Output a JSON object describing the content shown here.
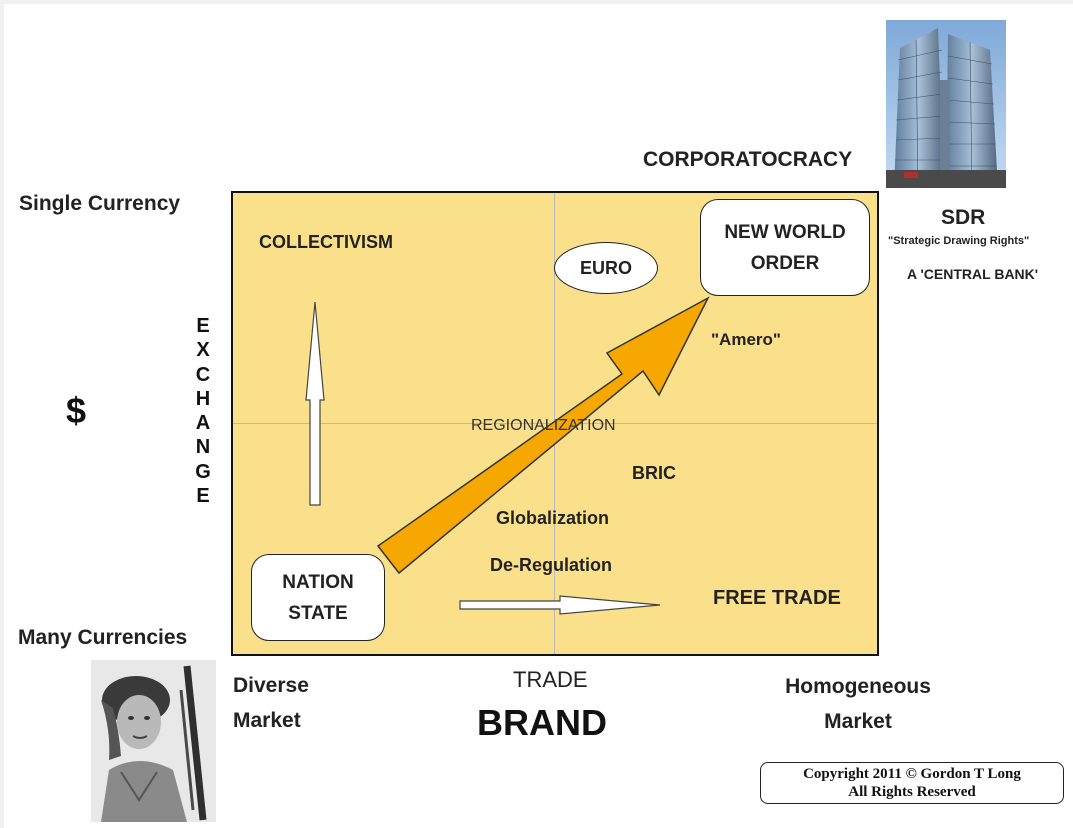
{
  "labels": {
    "single_currency": "Single Currency",
    "many_currencies": "Many Currencies",
    "dollar": "$",
    "exchange_letters": [
      "E",
      "X",
      "C",
      "H",
      "A",
      "N",
      "G",
      "E"
    ],
    "corporatocracy": "CORPORATOCRACY",
    "sdr_title": "SDR",
    "sdr_subtitle": "\"Strategic Drawing Rights\"",
    "central_bank": "A 'CENTRAL BANK'",
    "diverse": "Diverse",
    "diverse_market": "Market",
    "trade": "TRADE",
    "brand": "BRAND",
    "homogeneous": "Homogeneous",
    "homogeneous_market": "Market"
  },
  "quadrant": {
    "collectivism": "COLLECTIVISM",
    "euro": "EURO",
    "nwo_line1": "NEW WORLD",
    "nwo_line2": "ORDER",
    "amero": "\"Amero\"",
    "regionalization": "REGIONALIZATION",
    "bric": "BRIC",
    "globalization": "Globalization",
    "deregulation": "De-Regulation",
    "nation_line1": "NATION",
    "nation_line2": "STATE",
    "free_trade": "FREE TRADE"
  },
  "copyright": {
    "line1": "Copyright 2011 © Gordon T Long",
    "line2": "All Rights Reserved"
  },
  "colors": {
    "quadrant_fill": "#fbe08c",
    "arrow_fill": "#f6a800"
  },
  "images": {
    "building": "skyscraper-photo",
    "frontiersman": "frontiersman-photo"
  }
}
